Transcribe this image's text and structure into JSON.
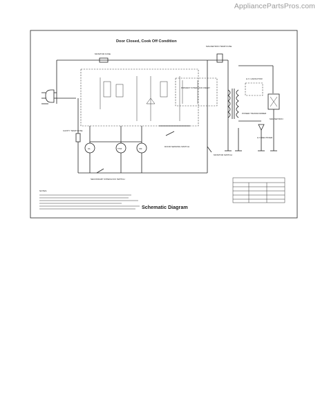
{
  "site": {
    "watermark": "AppliancePartsPros.com"
  },
  "diagram": {
    "title": "Door Closed, Cook Off Condition",
    "caption": "Schematic Diagram"
  },
  "labels": {
    "monitor_fuse": "MONITOR FUSE",
    "magnetron_temp_fuse": "MAGNETRON TEMP FUSE",
    "cavity_temp_fuse": "CAVITY TEMP FUSE",
    "primary_interlock_relay": "PRIMARY INTERLOCK RELAY",
    "door_sensing_switch": "DOOR SENSING SWITCH",
    "secondary_interlock_switch": "SECONDARY INTERLOCK SWITCH",
    "monitor_switch": "MONITOR SWITCH",
    "power_transformer": "POWER TRANSFORMER",
    "hv_capacitor": "H.V. CAPACITOR",
    "hv_rectifier": "H.V. RECTIFIER",
    "magnetron": "MAGNETRON",
    "oven_lamp": "OL",
    "turntable_motor": "TTM",
    "fan_motor": "FM",
    "notes_heading": "NOTES"
  }
}
